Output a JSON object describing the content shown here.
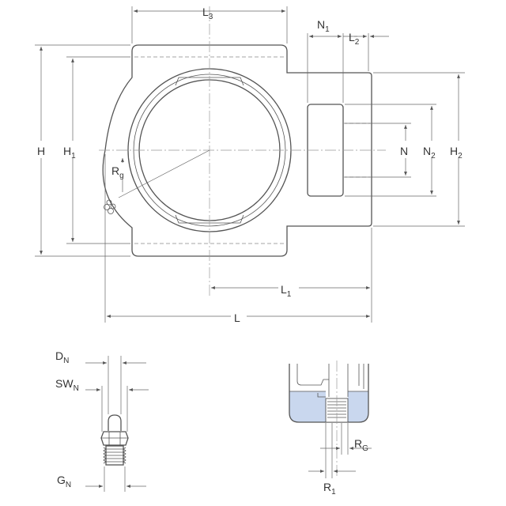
{
  "labels": {
    "L3": {
      "main": "L",
      "sub": "3"
    },
    "N1": {
      "main": "N",
      "sub": "1"
    },
    "L2": {
      "main": "L",
      "sub": "2"
    },
    "H": {
      "main": "H",
      "sub": ""
    },
    "H1": {
      "main": "H",
      "sub": "1"
    },
    "Rg": {
      "main": "R",
      "sub": "g"
    },
    "N": {
      "main": "N",
      "sub": ""
    },
    "N2": {
      "main": "N",
      "sub": "2"
    },
    "H2": {
      "main": "H",
      "sub": "2"
    },
    "L1": {
      "main": "L",
      "sub": "1"
    },
    "L": {
      "main": "L",
      "sub": ""
    },
    "DN": {
      "main": "D",
      "sub": "N"
    },
    "SWN": {
      "main": "SW",
      "sub": "N"
    },
    "GN": {
      "main": "G",
      "sub": "N"
    },
    "RG": {
      "main": "R",
      "sub": "G"
    },
    "R1": {
      "main": "R",
      "sub": "1"
    }
  },
  "colors": {
    "line": "#555555",
    "dimension": "#666666",
    "section_fill": "#c9d7ee"
  }
}
